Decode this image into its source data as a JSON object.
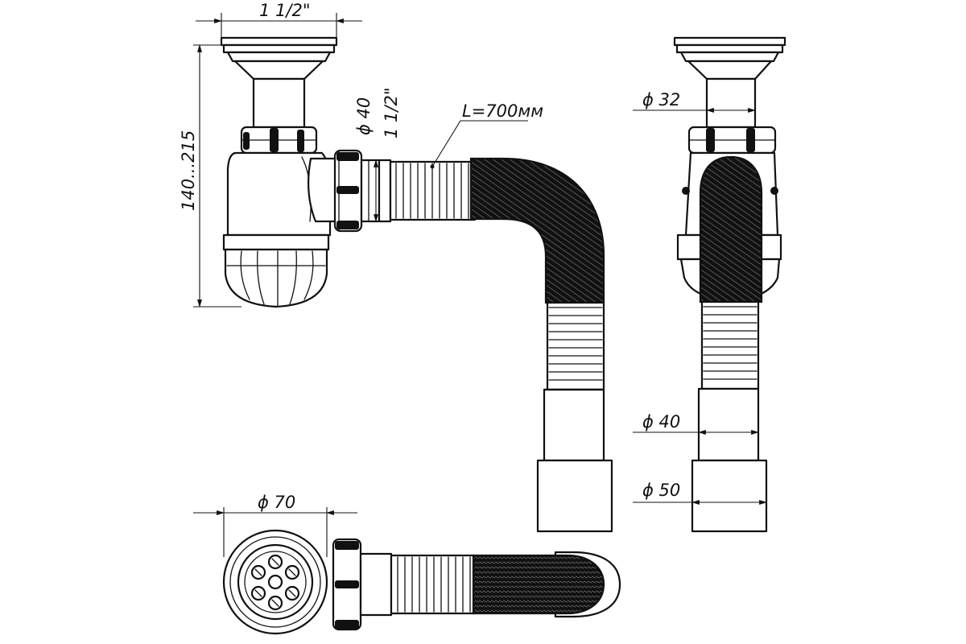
{
  "dimensions": {
    "inlet_thread": "1 1/2\"",
    "height_range": "140...215",
    "outlet_diameter": "ϕ 40",
    "outlet_thread": "1 1/2\"",
    "hose_length": "L=700мм",
    "inlet_pipe_diameter": "ϕ 32",
    "hose_end_diameter": "ϕ 40",
    "socket_diameter": "ϕ 50",
    "strainer_diameter": "ϕ 70"
  }
}
